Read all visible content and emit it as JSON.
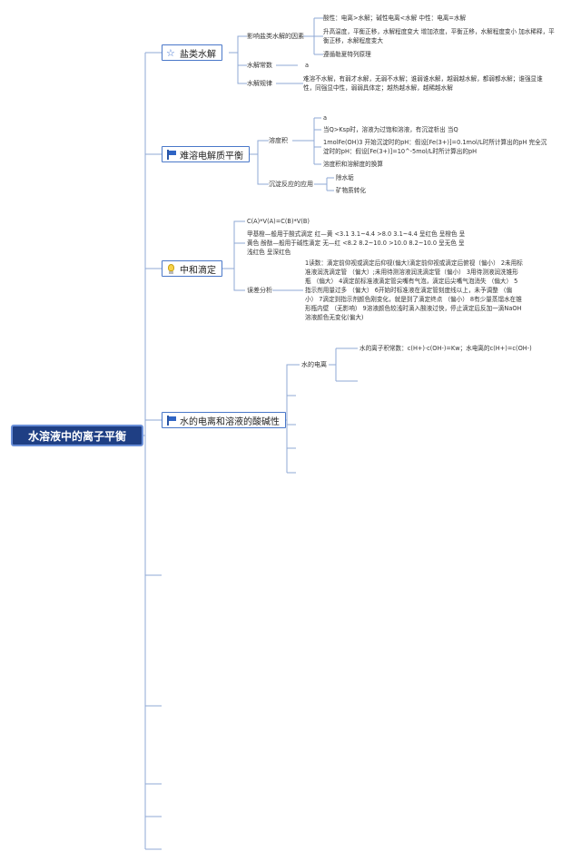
{
  "root": {
    "label": "水溶液中的离子平衡"
  },
  "branches": [
    {
      "label": "盐类水解",
      "icon": "star-icon",
      "children": [
        {
          "label": "影响盐类水解的因素",
          "items": [
            "酸性：电离>水解；碱性电离<水解 中性：电离=水解",
            "升高温度，平衡正移，水解程度变大 增加浓度，平衡正移，水解程度变小 加水稀释，平衡正移，水解程度变大",
            "遵循勒夏特列原理"
          ]
        },
        {
          "label": "水解常数",
          "items": [
            "a"
          ]
        },
        {
          "label": "水解规律",
          "items": [
            "难溶不水解，有弱才水解，无弱不水解；谁弱谁水解，越弱越水解，都弱都水解；谁强显谁性，同强显中性，弱弱具体定；越热越水解，越稀越水解"
          ]
        }
      ]
    },
    {
      "label": "难溶电解质平衡",
      "icon": "flag-icon",
      "children": [
        {
          "label": "溶度积",
          "items": [
            "a",
            "当Q>Ksp时，溶液为过饱和溶液，有沉淀析出 当Q",
            "1molFe(OH)3 开始沉淀时的pH：假设[Fe(3+)]=0.1mol/L时所计算出的pH 完全沉淀时的pH：假设[Fe(3+)]=10^-5mol/L时所计算出的pH",
            "溶度积和溶解度的换算"
          ]
        },
        {
          "label": "沉淀反应的应用",
          "items": [
            "除水垢",
            "矿物质转化"
          ]
        }
      ]
    },
    {
      "label": "中和滴定",
      "icon": "bulb-icon",
      "children": [
        {
          "label": "",
          "items": [
            "C(A)*V(A)=C(B)*V(B)"
          ]
        },
        {
          "label": "",
          "items": [
            "甲基橙—般用于酸式滴定 红—黄 <3.1 3.1~4.4 >8.0 3.1~4.4 呈红色 呈橙色 呈黄色 酚酞—般用于碱性滴定 无—红 <8.2 8.2~10.0 >10.0 8.2~10.0 呈无色 呈浅红色 呈深红色"
          ]
        },
        {
          "label": "误差分析",
          "items": [
            "1读数：滴定前仰视或滴定后仰视(偏大)滴定前仰视或滴定后俯视（偏小） 2未用标准液润洗滴定管 （偏大）;未用待测溶液润洗滴定管（偏小） 3用待测液润洗锥形瓶 （偏大） 4滴定前标准液滴定管尖嘴有气泡，滴定后尖嘴气泡消失 （偏大） 5指示剂用量过多 （偏大） 6开始时标准液在滴定管刻度线以上，未予调整 （偏小） 7滴定到指示剂颜色刚变化，就是到了滴定终点 （偏小） 8有少量蒸馏水在锥形瓶内壁 （无影响） 9溶液颜色较浅时滴入酸液过快，停止滴定后反加一滴NaOH溶液颜色无变化(偏大)"
          ]
        }
      ]
    },
    {
      "label": "水的电离和溶液的酸碱性",
      "icon": "flag-icon",
      "children": [
        {
          "label": "水的电离",
          "items": [
            "水的离子积常数：c(H+)·c(OH-)=Kw；水电离的c(H+)=c(OH-)"
          ]
        }
      ]
    }
  ]
}
